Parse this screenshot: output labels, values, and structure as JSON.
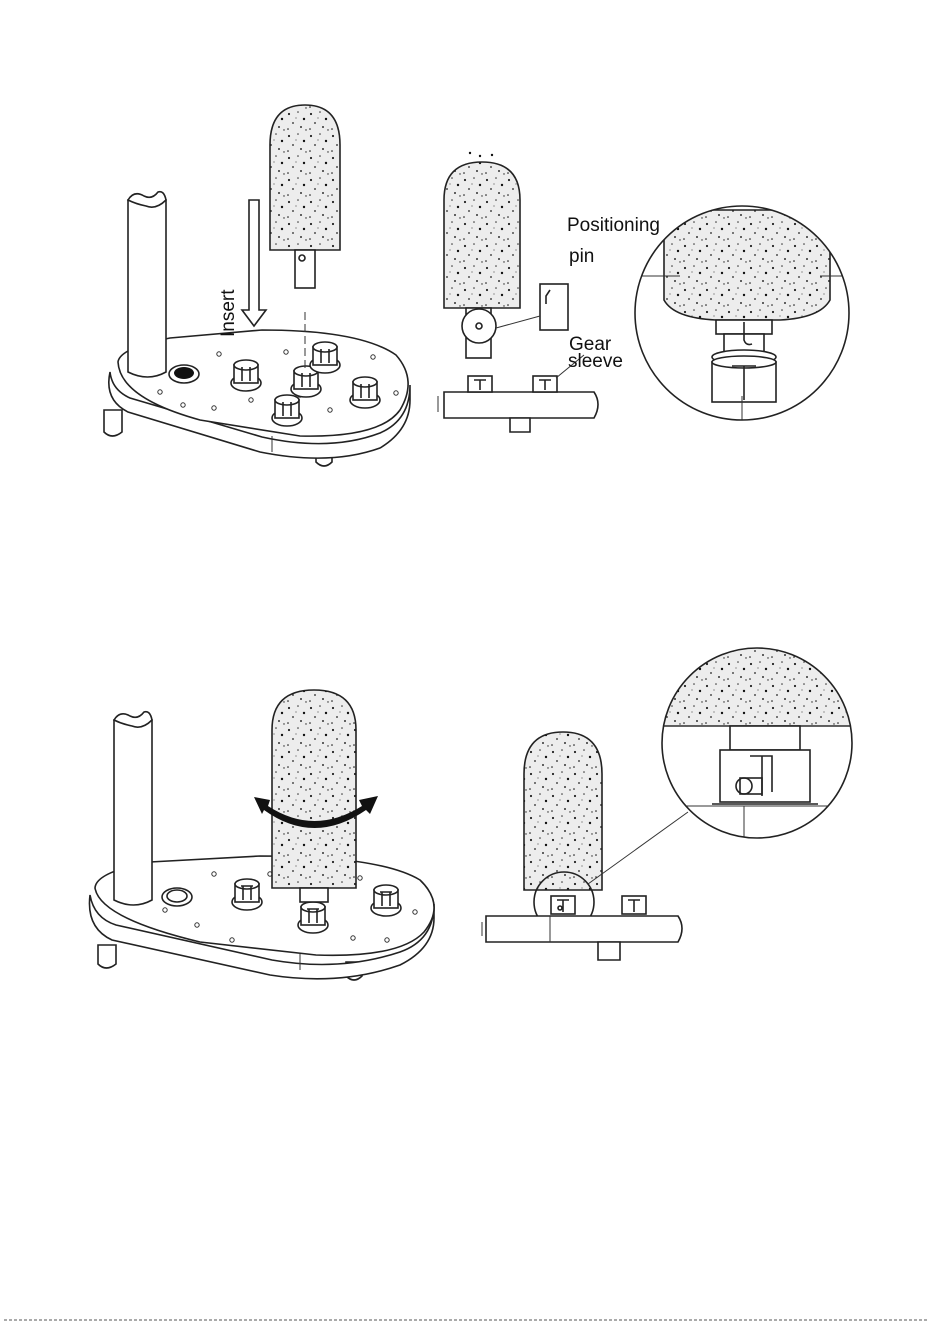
{
  "labels": {
    "insert": "Insert",
    "positioning": "Positioning",
    "pin": "pin",
    "gear": "Gear",
    "sleeve": "sleeve"
  },
  "colors": {
    "line": "#222222",
    "grit_fill": "#e9e9e9",
    "arrow": "#111111"
  },
  "icons": {
    "step1_arrow": "down-arrow-icon",
    "step2_arrow": "rotate-arrow-icon"
  }
}
